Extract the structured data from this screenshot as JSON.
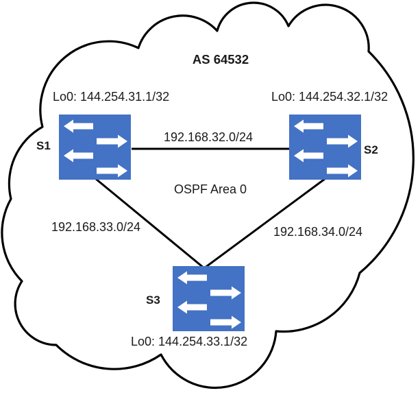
{
  "diagram": {
    "as_label": "AS 64532",
    "area_label": "OSPF Area 0",
    "nodes": [
      {
        "name": "S1",
        "loopback": "Lo0: 144.254.31.1/32"
      },
      {
        "name": "S2",
        "loopback": "Lo0: 144.254.32.1/32"
      },
      {
        "name": "S3",
        "loopback": "Lo0: 144.254.33.1/32"
      }
    ],
    "links": [
      {
        "endpoints": "S1-S2",
        "subnet": "192.168.32.0/24"
      },
      {
        "endpoints": "S1-S3",
        "subnet": "192.168.33.0/24"
      },
      {
        "endpoints": "S2-S3",
        "subnet": "192.168.34.0/24"
      }
    ],
    "icons": {
      "switch_icon": "blue square with four alternating white left/right arrows",
      "cloud_icon": "autonomous-system cloud outline"
    },
    "colors": {
      "switch_fill": "#4472C4",
      "arrow": "#FFFFFF",
      "outline": "#000000",
      "text": "#1A1A1A"
    }
  }
}
